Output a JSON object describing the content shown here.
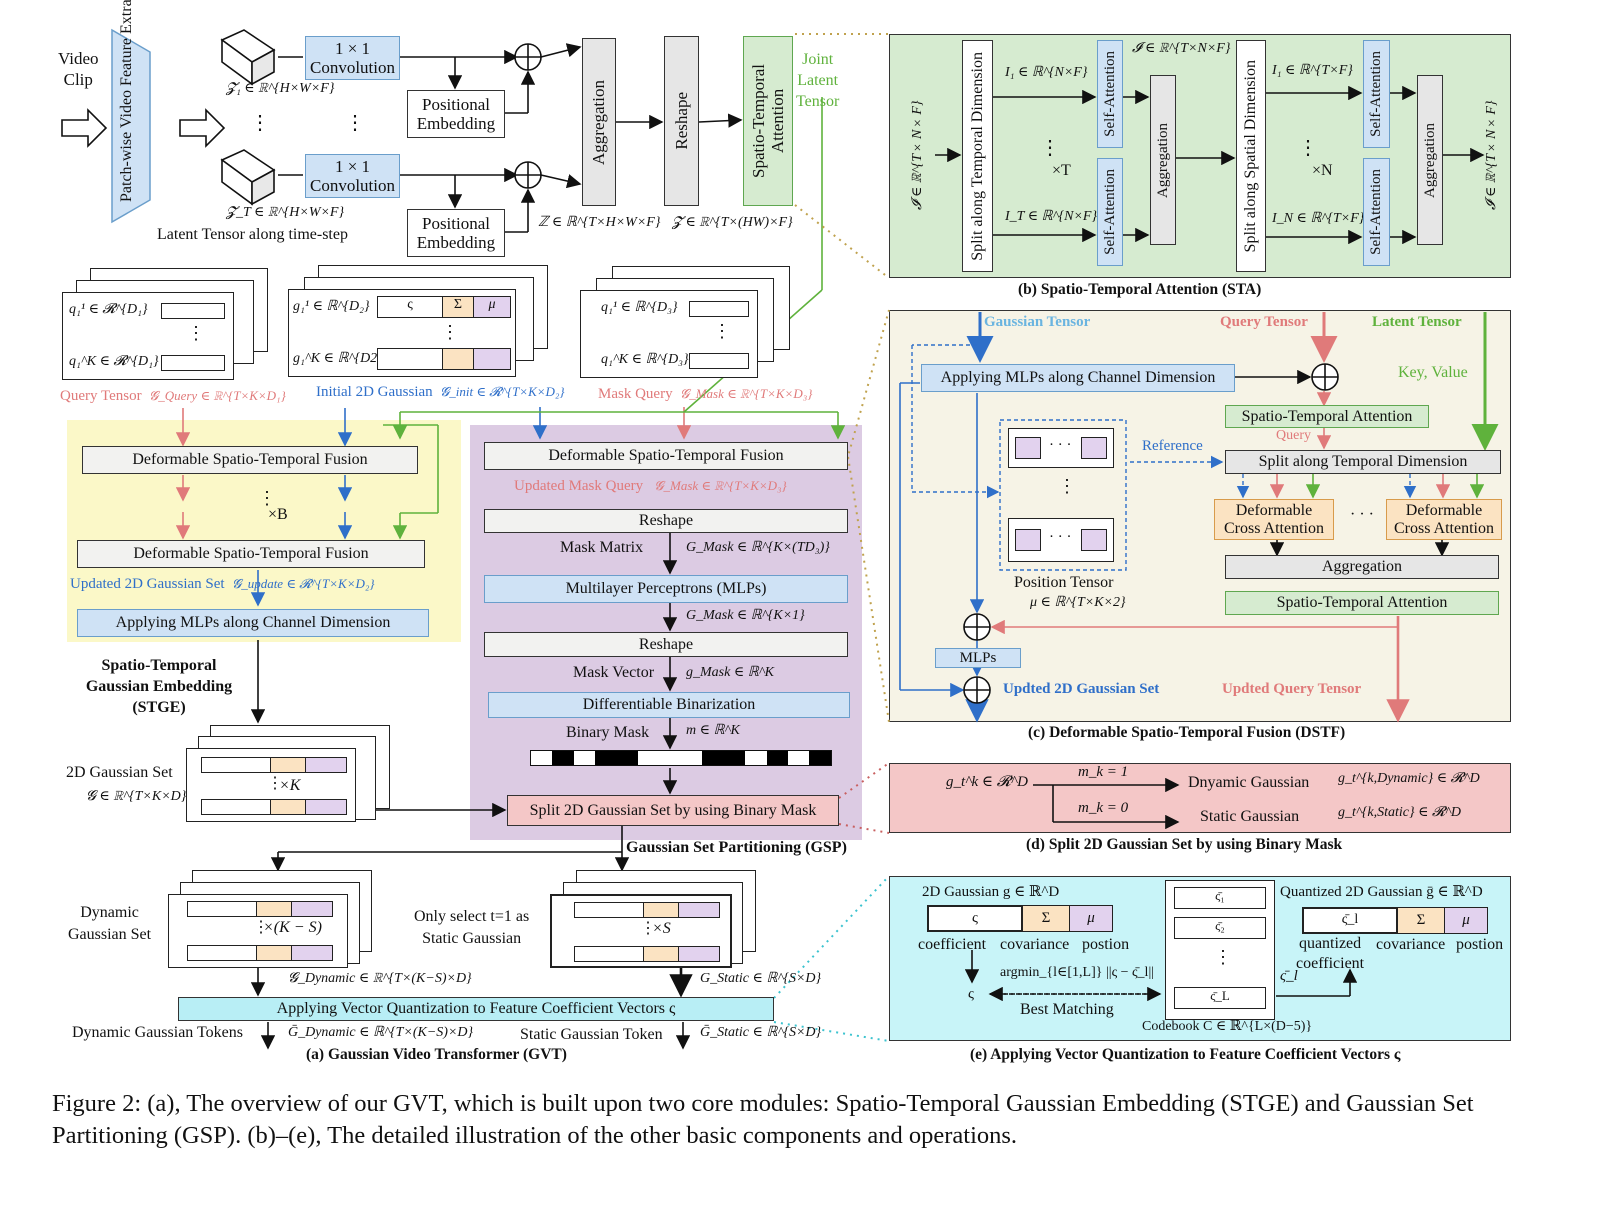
{
  "top": {
    "video_clip": "Video\nClip",
    "feature_extraction": "Patch-wise Video Feature Extraction",
    "z1": "𝓩₁ ∈ ℝ^{H×W×F}",
    "zT": "𝓩_T ∈ ℝ^{H×W×F}",
    "latent_caption": "Latent Tensor along time-step",
    "conv1": "1 × 1\nConvolution",
    "conv2": "1 × 1\nConvolution",
    "pos1": "Positional\nEmbedding",
    "pos2": "Positional\nEmbedding",
    "aggregation": "Aggregation",
    "reshape": "Reshape",
    "sta": "Spatio-Temporal Attention",
    "joint_latent": "Joint\nLatent\nTensor",
    "Z_label": "ℤ ∈ ℝ^{T×H×W×F}",
    "Zr_label": "𝓩 ∈ ℝ^{T×(HW)×F}"
  },
  "sta_panel": {
    "input": "𝓘 ∈ ℝ^{T×N×F}",
    "split_temporal": "Split along Temporal Dimension",
    "i1": "I₁ ∈ ℝ^{N×F}",
    "iT": "I_T ∈ ℝ^{N×F}",
    "timesT": "×T",
    "self_attention": "Self-Attention",
    "mid": "𝓘 ∈ ℝ^{T×N×F}",
    "aggregation": "Aggregation",
    "split_spatial": "Split along Spatial Dimension",
    "j1": "I₁ ∈ ℝ^{T×F}",
    "jN": "I_N ∈ ℝ^{T×F}",
    "timesN": "×N",
    "output": "𝓘 ∈ ℝ^{T×N×F}",
    "caption": "(b) Spatio-Temporal Attention (STA)"
  },
  "tensors": {
    "q1": "q₁¹ ∈ 𝓡^{D₁}",
    "qK": "q₁^K ∈ 𝓡^{D₁}",
    "query_label": "Query Tensor",
    "query_sym": "𝓖_Query ∈ ℝ^{T×K×D₁}",
    "g1": "g₁¹ ∈ ℝ^{D₂}",
    "gK": "g₁^K ∈ ℝ^{D2}",
    "sigma_sym": "ς",
    "Sigma_sym": "Σ",
    "mu_sym": "μ",
    "init_label": "Initial 2D Gaussian",
    "init_sym": "𝓖_init ∈ 𝓡^{T×K×D₂}",
    "m1": "q₁¹ ∈ ℝ^{D₃}",
    "mK": "q₁^K ∈ ℝ^{D₃}",
    "mask_label": "Mask Query",
    "mask_sym": "𝓖_Mask ∈ ℝ^{T×K×D₃}"
  },
  "stge": {
    "dstf1": "Deformable Spatio-Temporal Fusion",
    "timesB": "×B",
    "dstf2": "Deformable Spatio-Temporal Fusion",
    "updated_label": "Updated 2D Gaussian Set",
    "updated_sym": "𝓖_update ∈ 𝓡^{T×K×D₂}",
    "mlp": "Applying MLPs along Channel Dimension",
    "title": "Spatio-Temporal\nGaussian Embedding\n(STGE)"
  },
  "gsp": {
    "dstf": "Deformable Spatio-Temporal Fusion",
    "updated_mask_label": "Updated Mask Query",
    "updated_mask_sym": "𝓖_Mask ∈ ℝ^{T×K×D₃}",
    "reshape1": "Reshape",
    "mask_matrix": "Mask Matrix",
    "mask_matrix_sym": "G_Mask ∈ ℝ^{K×(TD₃)}",
    "mlps": "Multilayer Perceptrons (MLPs)",
    "gmask_sym": "G_Mask ∈ ℝ^{K×1}",
    "reshape2": "Reshape",
    "mask_vector": "Mask Vector",
    "mask_vector_sym": "g_Mask ∈ ℝ^K",
    "binarization": "Differentiable Binarization",
    "binary_mask": "Binary Mask",
    "binary_sym": "m ∈ ℝ^K",
    "split": "Split 2D Gaussian Set by using Binary Mask",
    "title": "Gaussian Set Partitioning (GSP)",
    "binary_pattern": [
      0,
      1,
      0,
      1,
      1,
      0,
      0,
      0,
      1,
      1,
      0,
      1,
      0,
      1
    ]
  },
  "gvt": {
    "gauss_set_label": "2D Gaussian Set",
    "gauss_set_sym": "𝓖 ∈ ℝ^{T×K×D}",
    "timesK": "×K",
    "dynamic_label": "Dynamic\nGaussian Set",
    "timesKS": "×(K − S)",
    "dynamic_sym": "𝓖_Dynamic ∈ ℝ^{T×(K−S)×D}",
    "static_label": "Only select t=1 as\nStatic Gaussian",
    "timesS": "×S",
    "static_sym": "G_Static ∈ ℝ^{S×D}",
    "vq": "Applying Vector Quantization to Feature Coefficient Vectors ς",
    "dyn_tokens": "Dynamic Gaussian Tokens",
    "dyn_tokens_sym": "Ḡ_Dynamic ∈ ℝ^{T×(K−S)×D}",
    "static_token": "Static Gaussian Token",
    "static_token_sym": "Ḡ_Static ∈ ℝ^{S×D}",
    "caption": "(a) Gaussian Video Transformer (GVT)"
  },
  "dstf_panel": {
    "gaussian_tensor": "Gaussian Tensor",
    "query_tensor": "Query Tensor",
    "latent_tensor": "Latent Tensor",
    "mlp": "Applying MLPs along Channel Dimension",
    "key_value": "Key, Value",
    "sta1": "Spatio-Temporal Attention",
    "query": "Query",
    "reference": "Reference",
    "split": "Split along Temporal Dimension",
    "dca1": "Deformable\nCross Attention",
    "dca2": "Deformable\nCross Attention",
    "dots": "· · ·",
    "aggregation": "Aggregation",
    "sta2": "Spatio-Temporal Attention",
    "pos_tensor": "Position Tensor",
    "pos_sym": "μ ∈ ℝ^{T×K×2}",
    "mlps": "MLPs",
    "updated_gauss": "Updted 2D Gaussian Set",
    "updated_query": "Updted Query Tensor",
    "caption": "(c) Deformable Spatio-Temporal Fusion (DSTF)"
  },
  "split_panel": {
    "gtk": "g_t^k ∈ 𝓡^D",
    "mk1": "m_k = 1",
    "mk0": "m_k = 0",
    "dynamic": "Dnyamic  Gaussian",
    "dynamic_sym": "g_t^{k,Dynamic} ∈ 𝓡^D",
    "static": "Static  Gaussian",
    "static_sym": "g_t^{k,Static} ∈ 𝓡^D",
    "caption": "(d) Split 2D Gaussian Set by using Binary Mask"
  },
  "vq_panel": {
    "gauss": "2D Gaussian  g ∈ ℝ^D",
    "coefficient": "coefficient",
    "covariance": "covariance",
    "postion": "postion",
    "argmin": "argmin_{l∈[1,L]} ||ς − ς̄_l||",
    "best": "Best Matching",
    "cb1": "ς̄₁",
    "cb2": "ς̄₂",
    "cbL": "ς̄_L",
    "codebook": "Codebook  C ∈ ℝ^{L×(D−5)}",
    "sl": "ς̄_l",
    "quant": "Quantized 2D Gaussian  ḡ ∈ ℝ^D",
    "quantized_coef": "quantized\ncoefficient",
    "covariance2": "covariance",
    "postion2": "postion",
    "sigma_sym": "ς",
    "caption": "(e) Applying Vector Quantization to Feature Coefficient Vectors ς"
  },
  "figure_caption": "Figure 2: (a), The overview of our GVT, which is built upon two core modules: Spatio-Temporal Gaussian Embedding (STGE) and Gaussian Set Partitioning (GSP). (b)–(e), The detailed illustration of the other basic components and operations.",
  "colors": {
    "query": "#e07a7a",
    "gaussian": "#2f6fc9",
    "latent": "#5fb23c",
    "stge_bg": "#fbf8c8",
    "gsp_bg": "#dccbe3",
    "sta_bg": "#d6ebd0",
    "dstf_bg": "#f6f3e6",
    "split_bg": "#f4c7c7",
    "vq_bg": "#c8f4f8"
  }
}
